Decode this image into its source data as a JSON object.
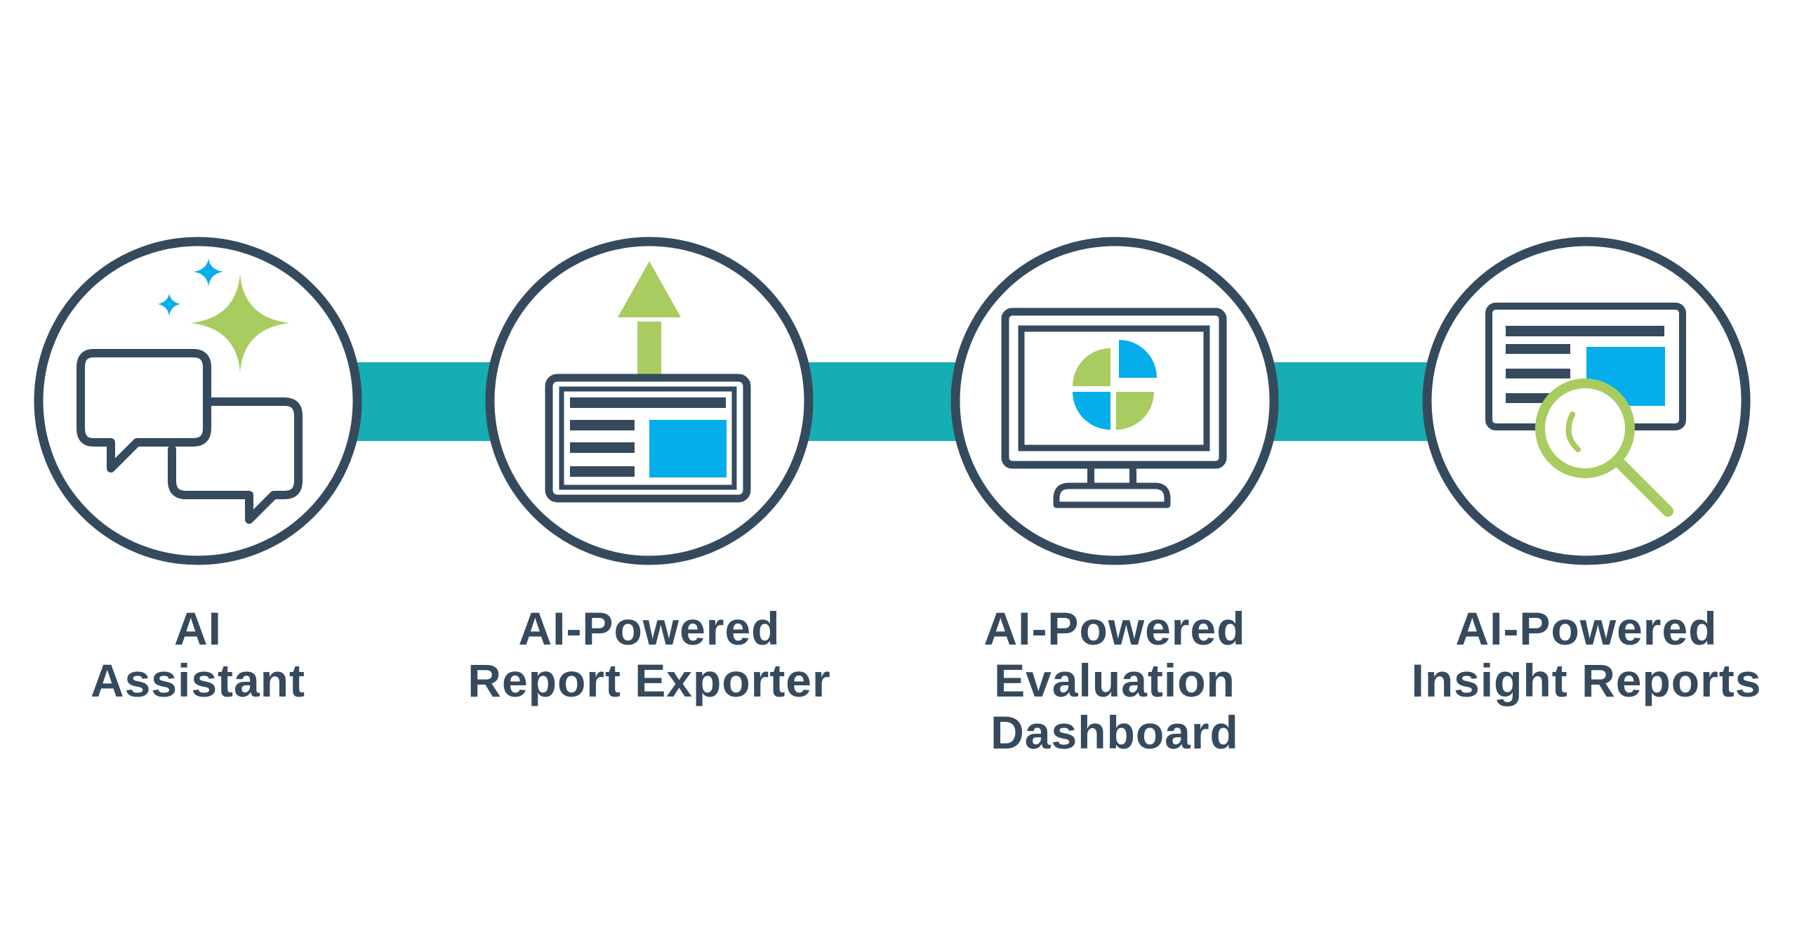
{
  "colors": {
    "outline": "#364a5e",
    "connector": "#15aeb2",
    "green": "#a8cc5f",
    "blue": "#03aeea",
    "background": "#ffffff"
  },
  "steps": [
    {
      "icon": "chat-sparkle-icon",
      "lines": [
        "AI",
        "Assistant"
      ]
    },
    {
      "icon": "report-export-icon",
      "lines": [
        "AI-Powered",
        "Report Exporter"
      ]
    },
    {
      "icon": "monitor-pie-chart-icon",
      "lines": [
        "AI-Powered",
        "Evaluation",
        "Dashboard"
      ]
    },
    {
      "icon": "report-magnifier-icon",
      "lines": [
        "AI-Powered",
        "Insight Reports"
      ]
    }
  ]
}
